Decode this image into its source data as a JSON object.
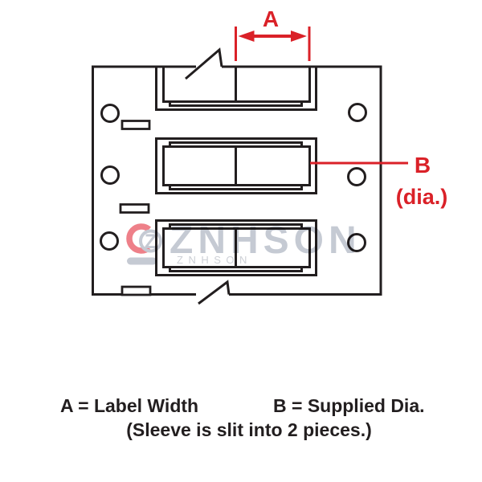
{
  "diagram": {
    "dim_a_label": "A",
    "dim_b_label": "B",
    "dim_b_sub": "(dia.)"
  },
  "legend": {
    "a": "A = Label Width",
    "b": "B = Supplied Dia.",
    "note": "(Sleeve is slit into 2 pieces.)"
  },
  "watermark": {
    "logo_letter": "Z",
    "text_large": "ZNHSON",
    "text_small": "ZNHSON"
  },
  "colors": {
    "ink": "#221e1f",
    "accent_red": "#da2128",
    "watermark_gray": "#c5cad3",
    "logo_red": "#ee8089"
  }
}
